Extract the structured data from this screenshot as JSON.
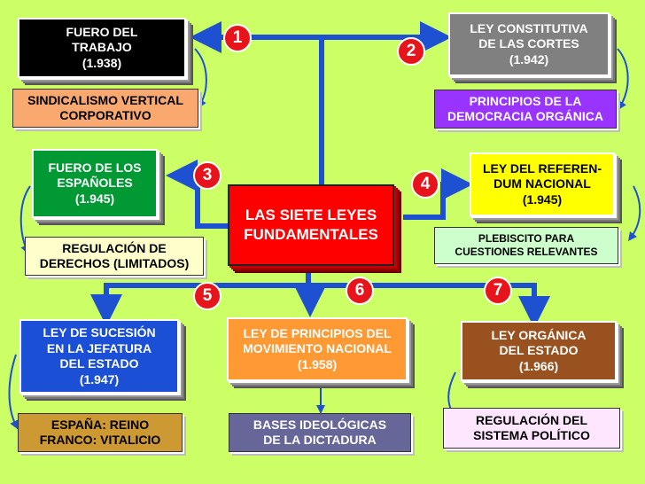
{
  "center": {
    "line1": "LAS SIETE LEYES",
    "line2": "FUNDAMENTALES"
  },
  "colors": {
    "background": "#ccff66",
    "connector": "#1e50d2",
    "badge": "#e8141b"
  },
  "laws": [
    {
      "number": "1",
      "lines": [
        "FUERO DEL",
        "TRABAJO",
        "(1.938)"
      ],
      "color": "#000000",
      "note": [
        "SINDICALISMO VERTICAL",
        "CORPORATIVO"
      ],
      "note_color": "#f9a86f"
    },
    {
      "number": "2",
      "lines": [
        "LEY CONSTITUTIVA",
        "DE LAS CORTES",
        "(1.942)"
      ],
      "color": "#808080",
      "note": [
        "PRINCIPIOS DE LA",
        "DEMOCRACIA ORGÁNICA"
      ],
      "note_color": "#9933ff"
    },
    {
      "number": "3",
      "lines": [
        "FUERO DE LOS",
        "ESPAÑOLES",
        "(1.945)"
      ],
      "color": "#009933",
      "note": [
        "REGULACIÓN DE",
        "DERECHOS (LIMITADOS)"
      ],
      "note_color": "#ffffcc"
    },
    {
      "number": "4",
      "lines": [
        "LEY DEL REFEREN-",
        "DUM NACIONAL",
        "(1.945)"
      ],
      "color": "#ffff00",
      "note": [
        "PLEBISCITO PARA",
        "CUESTIONES RELEVANTES"
      ],
      "note_color": "#ccffcc"
    },
    {
      "number": "5",
      "lines": [
        "LEY DE SUCESIÓN",
        "EN LA JEFATURA",
        "DEL ESTADO",
        "(1.947)"
      ],
      "color": "#1a4fd6",
      "note": [
        "ESPAÑA: REINO",
        "FRANCO: VITALICIO"
      ],
      "note_color": "#cc9933"
    },
    {
      "number": "6",
      "lines": [
        "LEY DE PRINCIPIOS DEL",
        "MOVIMIENTO NACIONAL",
        "(1.958)"
      ],
      "color": "#ff9933",
      "note": [
        "BASES IDEOLÓGICAS",
        "DE LA DICTADURA"
      ],
      "note_color": "#666699"
    },
    {
      "number": "7",
      "lines": [
        "LEY ORGÁNICA",
        "DEL ESTADO",
        "(1.966)"
      ],
      "color": "#99521f",
      "note": [
        "REGULACIÓN DEL",
        "SISTEMA POLÍTICO"
      ],
      "note_color": "#ffe6ff"
    }
  ]
}
